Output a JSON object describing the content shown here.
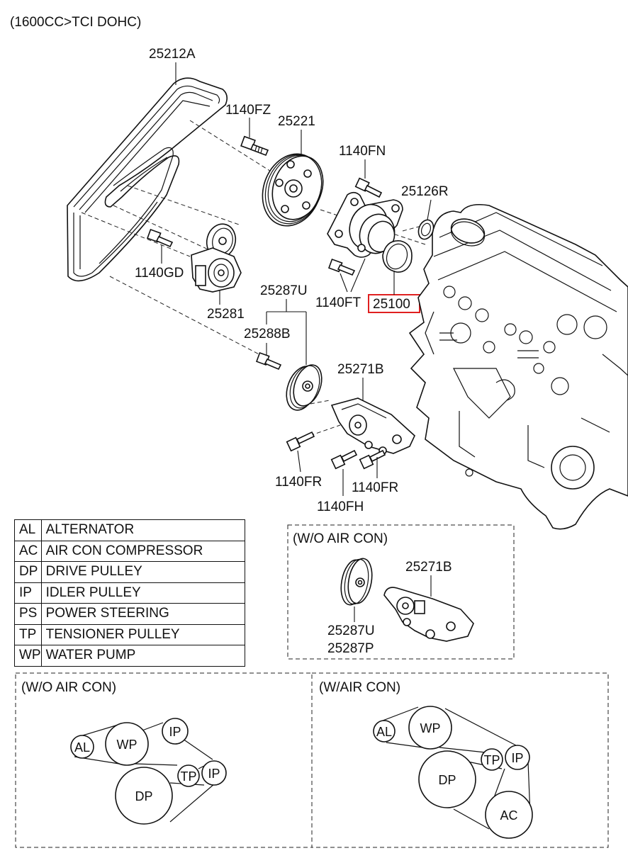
{
  "header": "(1600CC>TCI DOHC)",
  "callouts": {
    "belt": "25212A",
    "bolt_1140FZ": "1140FZ",
    "pulley_25221": "25221",
    "bolt_1140FN": "1140FN",
    "gasket_25126R": "25126R",
    "bolt_1140GD": "1140GD",
    "tensioner_25281": "25281",
    "bolt_1140FT": "1140FT",
    "pump_25100": "25100",
    "idler_25287U": "25287U",
    "bolt_25288B": "25288B",
    "bracket_25271B": "25271B",
    "bolt_1140FR_left": "1140FR",
    "bolt_1140FR_right": "1140FR",
    "bolt_1140FH": "1140FH"
  },
  "highlight_color": "#e02020",
  "legend": [
    {
      "code": "AL",
      "name": "ALTERNATOR"
    },
    {
      "code": "AC",
      "name": "AIR CON COMPRESSOR"
    },
    {
      "code": "DP",
      "name": "DRIVE PULLEY"
    },
    {
      "code": "IP",
      "name": "IDLER PULLEY"
    },
    {
      "code": "PS",
      "name": "POWER STEERING"
    },
    {
      "code": "TP",
      "name": "TENSIONER PULLEY"
    },
    {
      "code": "WP",
      "name": "WATER PUMP"
    }
  ],
  "inset": {
    "title": "(W/O AIR CON)",
    "bracket_label": "25271B",
    "idler_label_1": "25287U",
    "idler_label_2": "25287P"
  },
  "belt_routing": {
    "without_ac": {
      "title": "(W/O AIR CON)",
      "AL": "AL",
      "WP": "WP",
      "IP_top": "IP",
      "TP": "TP",
      "IP_right": "IP",
      "DP": "DP"
    },
    "with_ac": {
      "title": "(W/AIR CON)",
      "AL": "AL",
      "WP": "WP",
      "TP": "TP",
      "IP": "IP",
      "DP": "DP",
      "AC": "AC"
    }
  }
}
